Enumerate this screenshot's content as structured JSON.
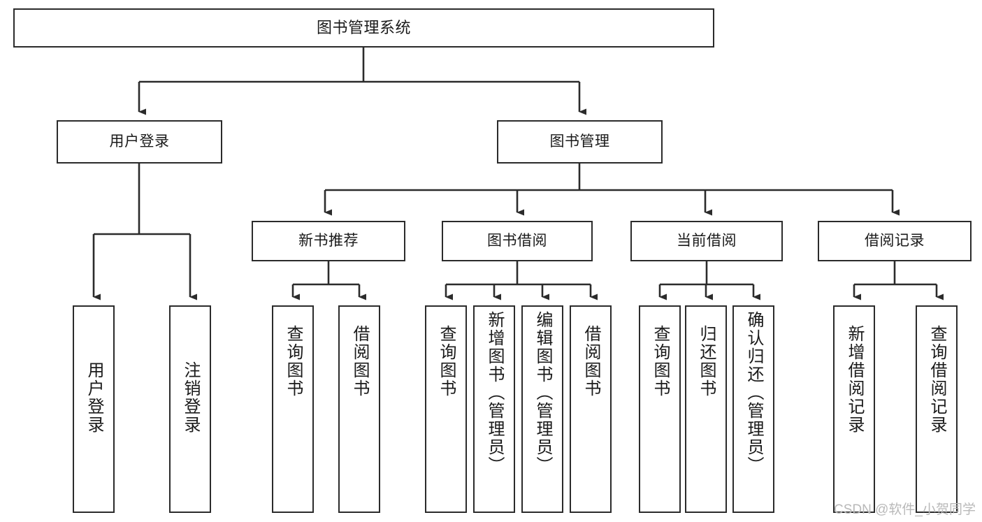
{
  "diagram": {
    "title": "图书管理系统",
    "type": "tree-hierarchy",
    "orientation": "top-down",
    "colors": {
      "stroke": "#2b2b2b",
      "fill": "#ffffff",
      "text": "#1a1a1a",
      "watermark": "#b9b9b9",
      "background": "#ffffff"
    },
    "levels": {
      "root": {
        "label": "图书管理系统"
      },
      "level2": [
        {
          "id": "user-login",
          "label": "用户登录"
        },
        {
          "id": "book-management",
          "label": "图书管理"
        }
      ],
      "level3": [
        {
          "id": "new-book-recommend",
          "label": "新书推荐",
          "parent": "book-management"
        },
        {
          "id": "book-borrow",
          "label": "图书借阅",
          "parent": "book-management"
        },
        {
          "id": "current-borrow",
          "label": "当前借阅",
          "parent": "book-management"
        },
        {
          "id": "borrow-record",
          "label": "借阅记录",
          "parent": "book-management"
        }
      ],
      "leaves": {
        "user-login": [
          {
            "id": "leaf-user-login",
            "label": "用户登录"
          },
          {
            "id": "leaf-user-logout",
            "label": "注销登录"
          }
        ],
        "new-book-recommend": [
          {
            "id": "leaf-query-book-1",
            "label": "查询图书"
          },
          {
            "id": "leaf-borrow-book-1",
            "label": "借阅图书"
          }
        ],
        "book-borrow": [
          {
            "id": "leaf-query-book-2",
            "label": "查询图书"
          },
          {
            "id": "leaf-add-book",
            "label": "新增图书（管理员）"
          },
          {
            "id": "leaf-edit-book",
            "label": "编辑图书（管理员）"
          },
          {
            "id": "leaf-borrow-book-2",
            "label": "借阅图书"
          }
        ],
        "current-borrow": [
          {
            "id": "leaf-query-book-3",
            "label": "查询图书"
          },
          {
            "id": "leaf-return-book",
            "label": "归还图书"
          },
          {
            "id": "leaf-confirm-return",
            "label": "确认归还（管理员）"
          }
        ],
        "borrow-record": [
          {
            "id": "leaf-add-record",
            "label": "新增借阅记录"
          },
          {
            "id": "leaf-query-record",
            "label": "查询借阅记录"
          }
        ]
      }
    }
  },
  "watermark": {
    "text": "CSDN @软件_小贺同学"
  }
}
